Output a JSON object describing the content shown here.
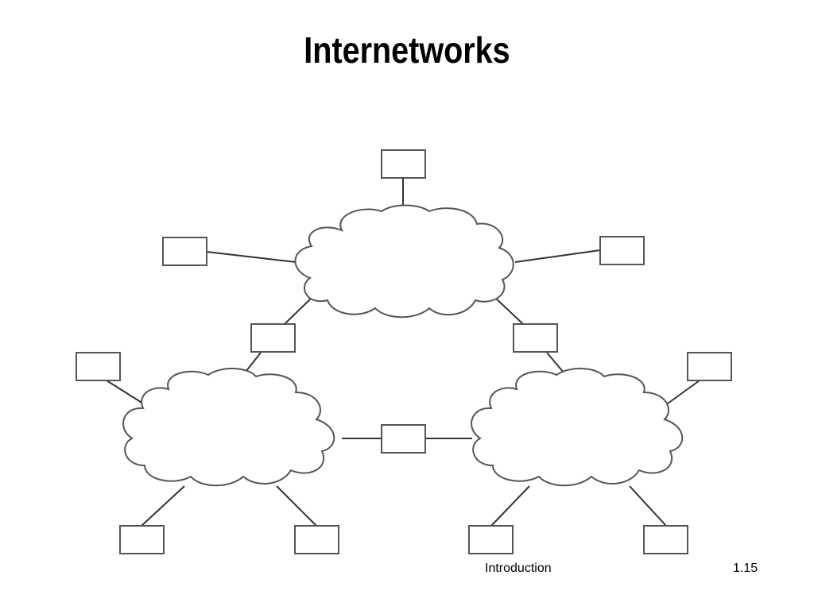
{
  "slide": {
    "title": "Internetworks",
    "footer": {
      "section": "Introduction",
      "page_number": "1.15"
    }
  },
  "diagram": {
    "networks": [
      "network-top",
      "network-left",
      "network-right"
    ],
    "hosts": [
      "host-top",
      "host-top-left",
      "host-top-right",
      "host-left-upper",
      "host-left-bottom-left",
      "host-left-bottom-right",
      "host-right-upper",
      "host-right-bottom-left",
      "host-right-bottom-right"
    ],
    "routers": [
      "router-top-left",
      "router-top-right",
      "router-bottom"
    ]
  }
}
